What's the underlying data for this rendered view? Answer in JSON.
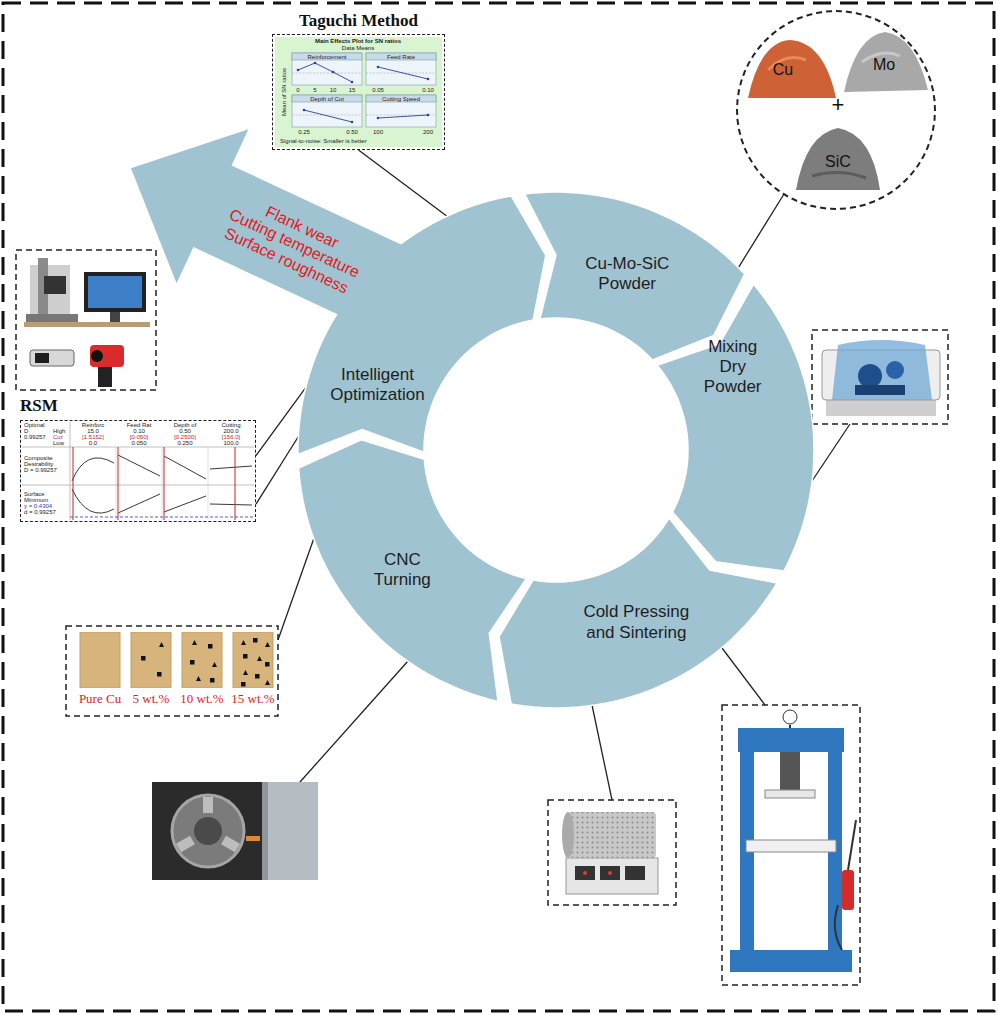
{
  "diagram": {
    "nodes": [
      {
        "text": [
          "Taguchi Method"
        ]
      },
      {
        "text": [
          "Cu",
          "Mo",
          "+",
          "SiC"
        ]
      },
      {
        "text": [
          "Cu-Mo-SiC Powder"
        ]
      },
      {
        "text": [
          "Mixing Dry Powder"
        ]
      },
      {
        "text": [
          "Cold Pressing and Sintering"
        ]
      },
      {
        "text": [
          "CNC Turning"
        ]
      },
      {
        "text": [
          "Intelligent Optimization"
        ]
      },
      {
        "text": [
          "Flank wear",
          "Cutting temperature",
          "Surface roughness"
        ]
      },
      {
        "text": [
          "RSM"
        ]
      },
      {
        "text": [
          "Pure Cu"
        ]
      },
      {
        "text": [
          "5 wt.%"
        ]
      },
      {
        "text": [
          "10 wt.%"
        ]
      },
      {
        "text": [
          "15 wt.%"
        ]
      }
    ],
    "edges": [
      {
        "from": 6,
        "to": 0,
        "arrow": "none"
      },
      {
        "from": 2,
        "to": 1,
        "arrow": "none"
      },
      {
        "from": 6,
        "to": 8,
        "arrow": "none"
      },
      {
        "from": 6,
        "to": 8,
        "arrow": "none"
      }
    ],
    "labels": [
      "Main Effects Plot for SN ratios",
      "Data Means",
      "Reinforcement",
      "Feed Rate",
      "Depth of Cut",
      "Cutting Speed",
      "0",
      "5",
      "10",
      "15",
      "0.05",
      "0.10",
      "0.25",
      "0.50",
      "100",
      "200",
      "Mean of SN ratios",
      "Signal-to-noise: Smaller is better",
      "Optimal",
      "D",
      "0.99257",
      "High",
      "Cur",
      "Low",
      "Reinforc",
      "15.0",
      "[1.5152]",
      "0.0",
      "Feed Rat",
      "0.10",
      "[0.050]",
      "0.050",
      "Depth of",
      "0.50",
      "[0.2500]",
      "0.250",
      "Cutting",
      "200.0",
      "[156.0]",
      "100.0",
      "Composite",
      "Desirability",
      "D = 0.99257",
      "Surface",
      "Minimum",
      "y = 0.4304",
      "d = 0.99257"
    ]
  }
}
